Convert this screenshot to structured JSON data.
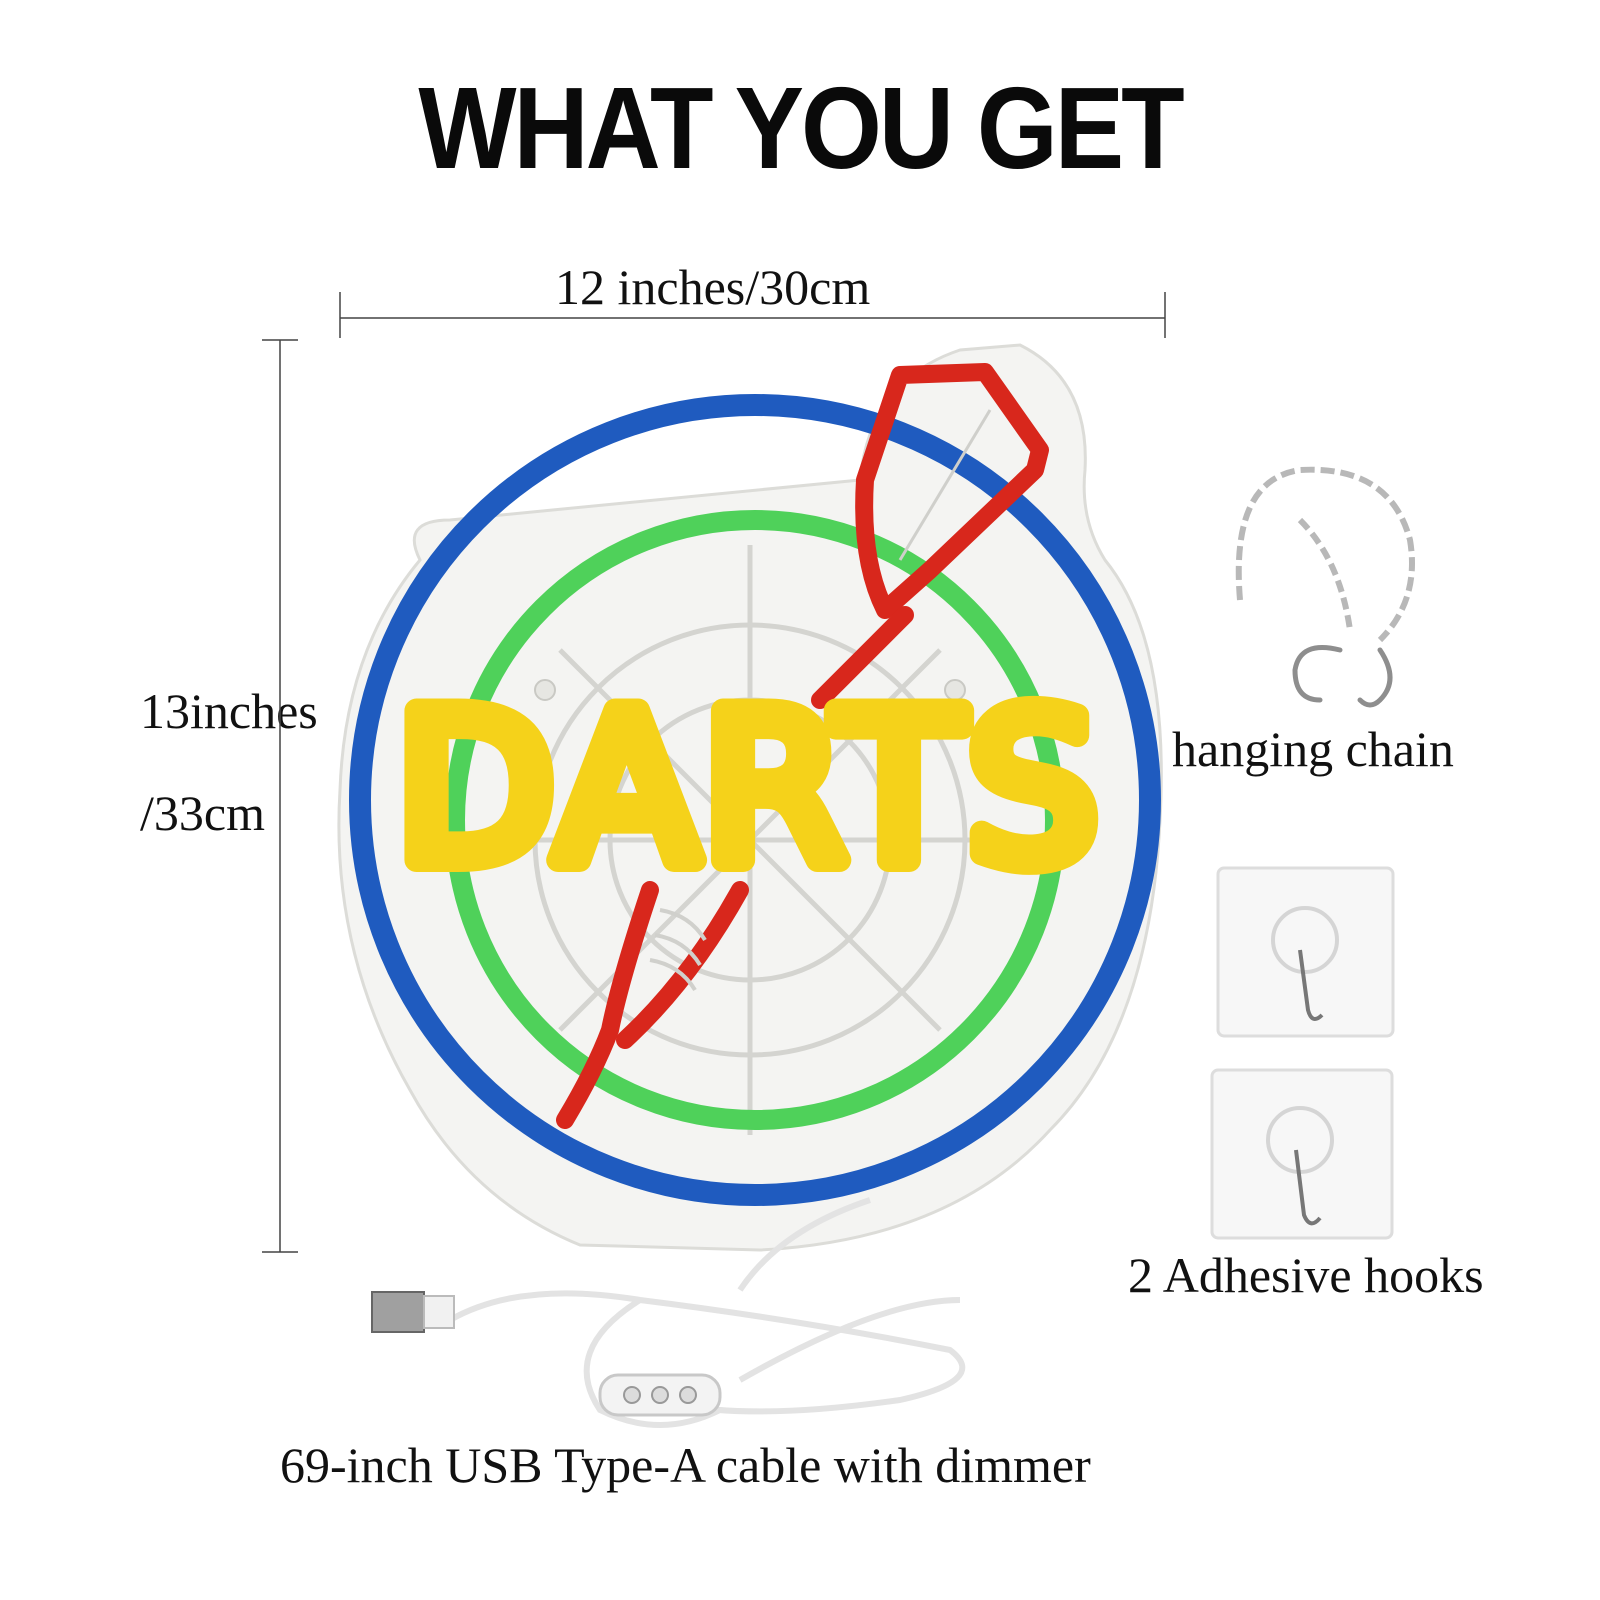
{
  "header": {
    "title": "WHAT YOU GET"
  },
  "dimensions": {
    "width_label": "12 inches/30cm",
    "height_label_line1": "13inches",
    "height_label_line2": "/33cm"
  },
  "sign": {
    "text": "DARTS"
  },
  "accessories": {
    "chain_label": "hanging chain",
    "hooks_label": "2 Adhesive hooks",
    "cable_label": "69-inch USB Type-A cable with dimmer"
  },
  "colors": {
    "outer_ring": "#1f5bbf",
    "inner_ring": "#4fd15a",
    "dart": "#d8271c",
    "letters": "#f5d21a",
    "backboard": "#f4f4f2"
  }
}
